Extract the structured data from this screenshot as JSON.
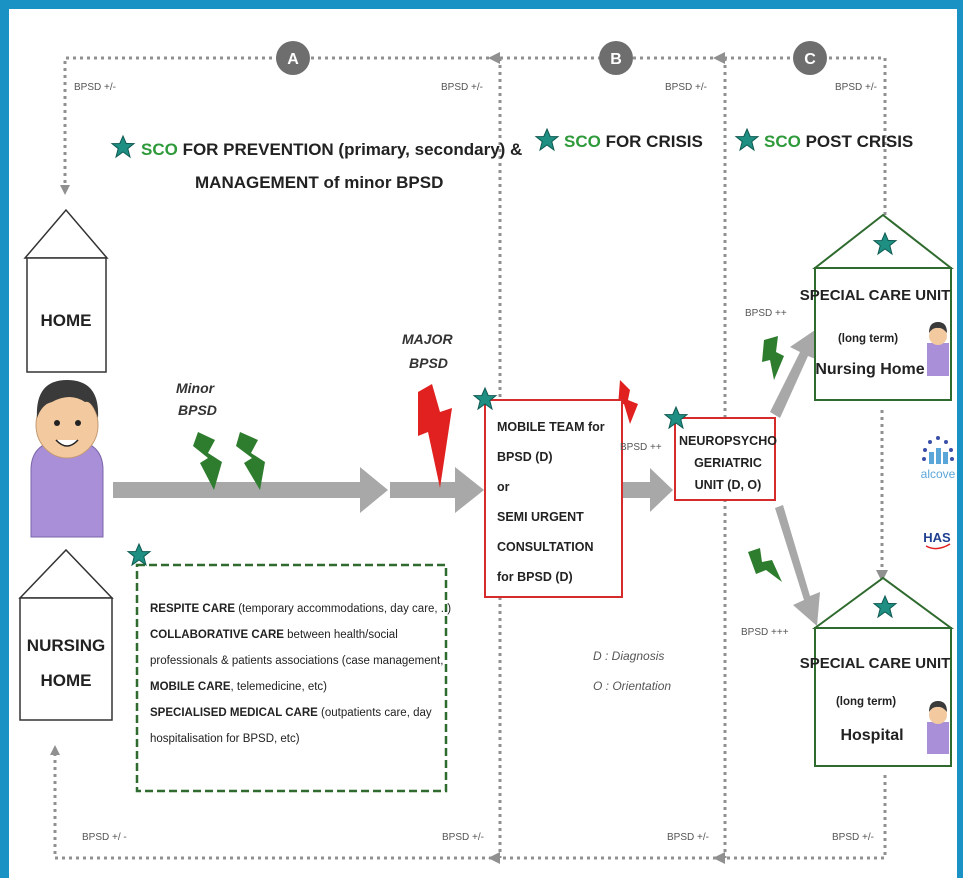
{
  "phases": {
    "a": "A",
    "b": "B",
    "c": "C"
  },
  "section_titles": {
    "prevention_sco": "SCO",
    "prevention_line1": " FOR PREVENTION (primary, secondary) &",
    "prevention_line2": "MANAGEMENT of minor BPSD",
    "crisis_sco": "SCO",
    "crisis_rest": " FOR CRISIS",
    "post_crisis_sco": "SCO",
    "post_crisis_rest": " POST CRISIS"
  },
  "bpsd_labels": {
    "top_left": "BPSD +/-",
    "top_mid_a": "BPSD +/-",
    "top_mid_b": "BPSD +/-",
    "top_right": "BPSD +/-",
    "bottom_left": "BPSD +/ -",
    "bottom_mid_a": "BPSD +/-",
    "bottom_mid_b": "BPSD +/-",
    "bottom_right": "BPSD +/-",
    "crisis_arrow": "BPSD ++",
    "post_up": "BPSD ++",
    "post_down": "BPSD +++"
  },
  "places": {
    "home": "HOME",
    "nursing_home_line1": "NURSING",
    "nursing_home_line2": "HOME"
  },
  "triggers": {
    "minor_line1": "Minor",
    "minor_line2": "BPSD",
    "major_line1": "MAJOR",
    "major_line2": "BPSD"
  },
  "mobile_team": {
    "lines": [
      "MOBILE TEAM  for",
      "BPSD (D)",
      "or",
      "SEMI URGENT",
      "CONSULTATION",
      "for BPSD (D)"
    ]
  },
  "neuro_unit": {
    "lines": [
      "NEUROPSYCHO",
      "GERIATRIC",
      "UNIT (D, O)"
    ]
  },
  "legend": {
    "diagnosis": "D : Diagnosis",
    "orientation": "O : Orientation"
  },
  "care_options": [
    {
      "bold": "RESPITE CARE",
      "rest": " (temporary accommodations, day care, ..)"
    },
    {
      "bold": "COLLABORATIVE CARE",
      "rest": " between health/social"
    },
    {
      "bold": "",
      "rest": "professionals & patients associations (case management,"
    },
    {
      "bold": "MOBILE CARE",
      "rest": ", telemedicine, etc)"
    },
    {
      "bold": "SPECIALISED MEDICAL CARE",
      "rest": " (outpatients care, day"
    },
    {
      "bold": "",
      "rest": "hospitalisation for BPSD, etc)"
    }
  ],
  "special_care_nursing": {
    "title": "SPECIAL CARE UNIT",
    "term": "(long term)",
    "place": "Nursing Home"
  },
  "special_care_hospital": {
    "title": "SPECIAL CARE UNIT",
    "term": "(long term)",
    "place": "Hospital"
  },
  "logos": {
    "alcove": "alcove",
    "has": "HAS"
  },
  "colors": {
    "frame": "#1a93c4",
    "sco_green": "#2e9a3a",
    "star": "#1e8f82",
    "red_box": "#d62b2b",
    "green_box": "#2f6b2f",
    "arrow_gray": "#a8a8a8",
    "dotted_gray": "#909090",
    "phase_circle": "#6e6e6e",
    "person_shirt": "#a98fd8"
  }
}
